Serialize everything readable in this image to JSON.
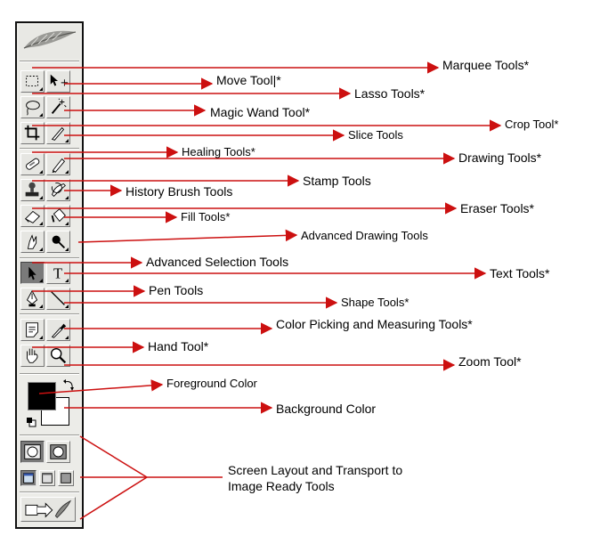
{
  "colors": {
    "arrow": "#cc1010",
    "foreground_swatch": "#000000",
    "background_swatch": "#ffffff"
  },
  "labels": {
    "marquee": "Marquee Tools*",
    "move": "Move Tool",
    "move_cursor": "|",
    "move_asterisk": "*",
    "lasso": "Lasso Tools*",
    "magic_wand": "Magic Wand Tool*",
    "crop": "Crop Tool*",
    "slice": "Slice Tools",
    "healing": "Healing Tools*",
    "drawing": "Drawing Tools*",
    "stamp": "Stamp Tools",
    "history_brush": "History Brush Tools",
    "eraser": "Eraser Tools*",
    "fill": "Fill Tools*",
    "advanced_drawing": "Advanced Drawing Tools",
    "advanced_selection": "Advanced Selection Tools",
    "text": "Text Tools*",
    "pen": "Pen Tools",
    "shape": "Shape Tools*",
    "color_picking": "Color Picking and Measuring Tools*",
    "hand": "Hand Tool*",
    "zoom": "Zoom Tool*",
    "foreground": "Foreground Color",
    "background": "Background Color",
    "screen_layout_line1": "Screen Layout and Transport to",
    "screen_layout_line2": "Image Ready Tools"
  },
  "toolbox": {
    "tool_icons": [
      "marquee-icon",
      "move-icon",
      "lasso-icon",
      "magic-wand-icon",
      "crop-icon",
      "slice-icon",
      "healing-brush-icon",
      "pencil-icon",
      "stamp-icon",
      "history-brush-icon",
      "eraser-icon",
      "paint-bucket-icon",
      "smudge-icon",
      "dodge-icon",
      "path-selection-icon",
      "type-icon",
      "pen-icon",
      "line-icon",
      "notes-icon",
      "eyedropper-icon",
      "hand-icon",
      "zoom-icon",
      "standard-mode-icon",
      "quickmask-mode-icon",
      "screen-mode-standard-icon",
      "screen-mode-full-menu-icon",
      "screen-mode-full-icon",
      "jump-to-imageready-icon"
    ],
    "type_tool_glyph": "T"
  }
}
